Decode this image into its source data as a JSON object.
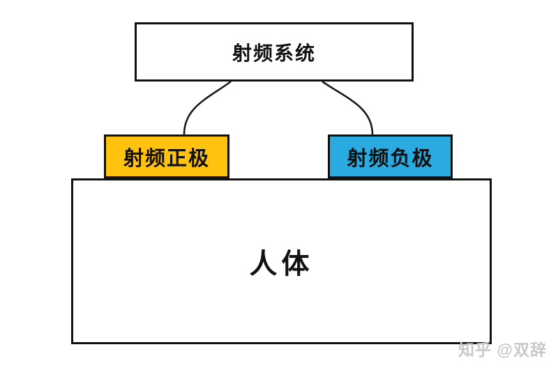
{
  "canvas": {
    "background": "#ffffff"
  },
  "diagram": {
    "system_box": {
      "label": "射频系统",
      "fill": "#ffffff",
      "border": "#111111"
    },
    "electrodes": {
      "positive": {
        "label": "射频正极",
        "fill": "#FFC20E"
      },
      "negative": {
        "label": "射频负极",
        "fill": "#29ABE2"
      }
    },
    "body_box": {
      "label": "人体",
      "fill": "#ffffff"
    },
    "connectors": {
      "color": "#1a1a1a"
    }
  },
  "watermark": {
    "text": "知乎 @双辞",
    "color": "#c8c8c8"
  }
}
